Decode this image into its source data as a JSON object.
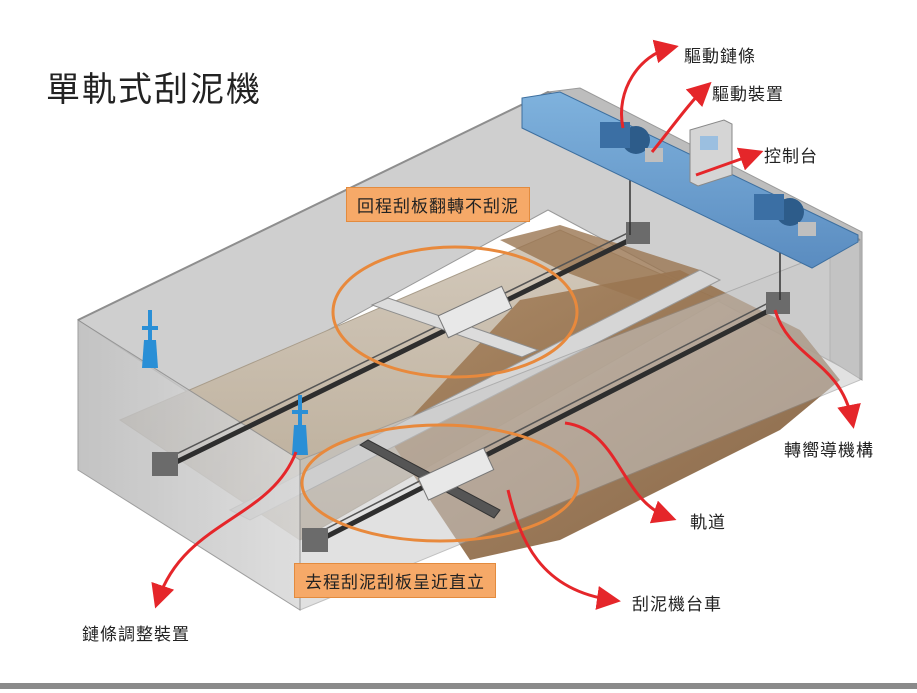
{
  "title": "單軌式刮泥機",
  "labels": {
    "drive_chain": "驅動鏈條",
    "drive_unit": "驅動裝置",
    "control_panel": "控制台",
    "turning_guide": "轉嚮導機構",
    "rail": "軌道",
    "scraper_carriage": "刮泥機台車",
    "chain_adjuster": "鏈條調整裝置"
  },
  "callouts": {
    "return_trip": "回程刮板翻轉不刮泥",
    "forward_trip": "去程刮泥刮板呈近直立"
  },
  "colors": {
    "sludge": "#8d6a45",
    "drive_platform": "#6b9fd0",
    "callout_fill": "#f6a968",
    "callout_ring": "#e8893c",
    "arrow": "#e5262a",
    "tank_wall": "#c8c8c8"
  }
}
